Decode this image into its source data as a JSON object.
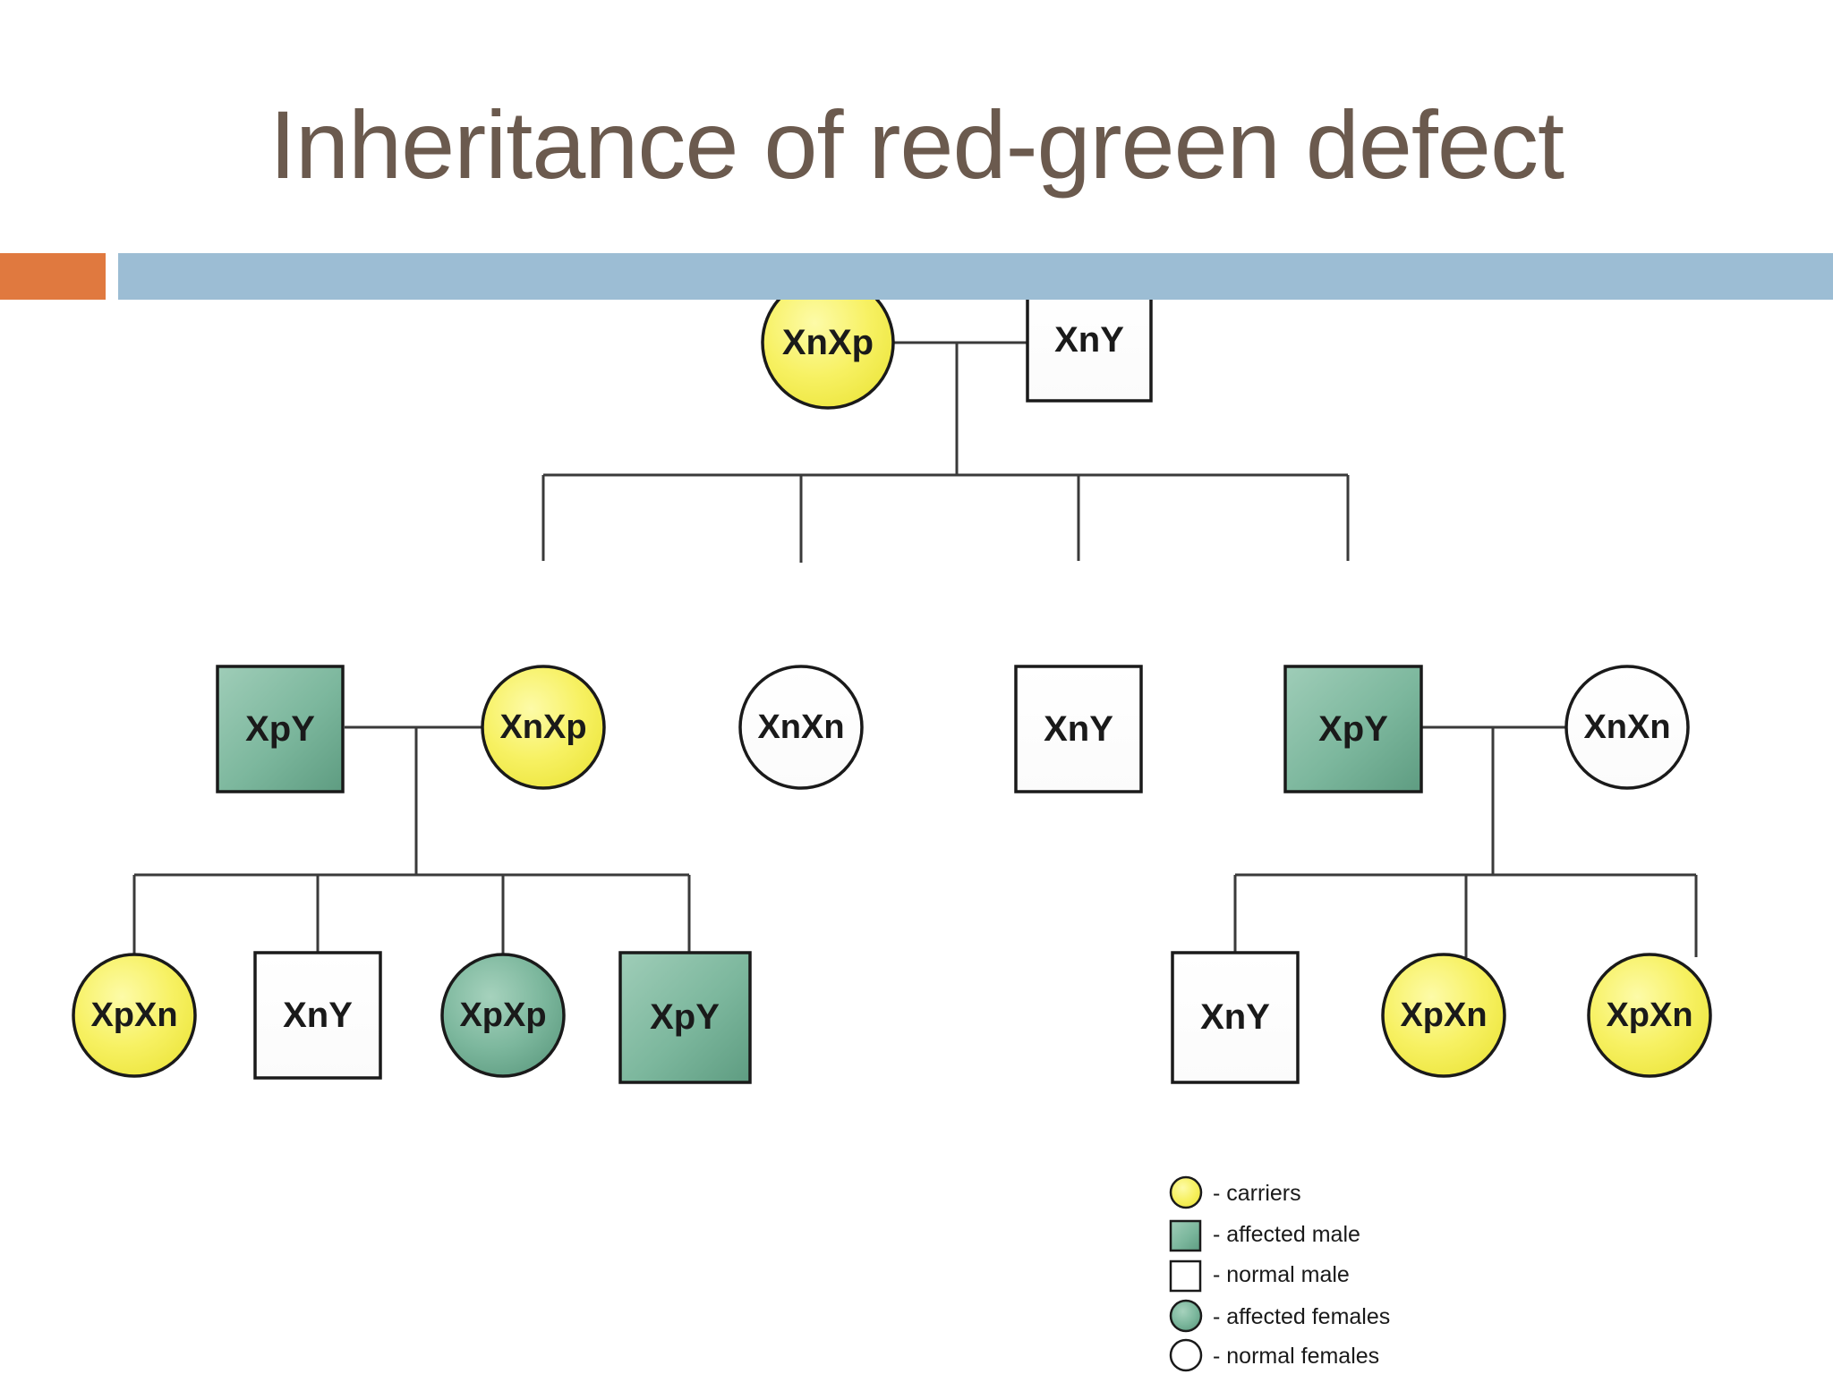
{
  "slide": {
    "title": "Inheritance of red-green defect",
    "title_color": "#6b5a4e",
    "accent_orange": "#e0793f",
    "accent_blue": "#9cbdd4"
  },
  "colors": {
    "carrier_yellow": "#f5ef53",
    "affected_green": "#76b49a",
    "normal_white": "#ffffff",
    "outline": "#1a1a1a"
  },
  "chart_data": {
    "type": "diagram",
    "title": "Inheritance of red-green defect",
    "diagram_kind": "pedigree",
    "generations": [
      {
        "generation": "I",
        "individuals": [
          {
            "id": "I-1",
            "sex": "female",
            "shape": "circle",
            "status": "carrier",
            "fill": "#f5ef53",
            "genotype": "XnXp"
          },
          {
            "id": "I-2",
            "sex": "male",
            "shape": "square",
            "status": "normal",
            "fill": "#ffffff",
            "genotype": "XnY"
          }
        ]
      },
      {
        "generation": "II",
        "individuals": [
          {
            "id": "II-1",
            "sex": "male",
            "shape": "square",
            "status": "affected",
            "fill": "#76b49a",
            "genotype": "XpY"
          },
          {
            "id": "II-2",
            "sex": "female",
            "shape": "circle",
            "status": "carrier",
            "fill": "#f5ef53",
            "genotype": "XnXp"
          },
          {
            "id": "II-3",
            "sex": "female",
            "shape": "circle",
            "status": "normal",
            "fill": "#ffffff",
            "genotype": "XnXn"
          },
          {
            "id": "II-4",
            "sex": "male",
            "shape": "square",
            "status": "normal",
            "fill": "#ffffff",
            "genotype": "XnY"
          },
          {
            "id": "II-5",
            "sex": "male",
            "shape": "square",
            "status": "affected",
            "fill": "#76b49a",
            "genotype": "XpY"
          },
          {
            "id": "II-6",
            "sex": "female",
            "shape": "circle",
            "status": "normal",
            "fill": "#ffffff",
            "genotype": "XnXn"
          }
        ]
      },
      {
        "generation": "III",
        "individuals": [
          {
            "id": "III-1",
            "sex": "female",
            "shape": "circle",
            "status": "carrier",
            "fill": "#f5ef53",
            "genotype": "XpXn"
          },
          {
            "id": "III-2",
            "sex": "male",
            "shape": "square",
            "status": "normal",
            "fill": "#ffffff",
            "genotype": "XnY"
          },
          {
            "id": "III-3",
            "sex": "female",
            "shape": "circle",
            "status": "affected",
            "fill": "#76b49a",
            "genotype": "XpXp"
          },
          {
            "id": "III-4",
            "sex": "male",
            "shape": "square",
            "status": "affected",
            "fill": "#76b49a",
            "genotype": "XpY"
          },
          {
            "id": "III-5",
            "sex": "male",
            "shape": "square",
            "status": "normal",
            "fill": "#ffffff",
            "genotype": "XnY"
          },
          {
            "id": "III-6",
            "sex": "female",
            "shape": "circle",
            "status": "carrier",
            "fill": "#f5ef53",
            "genotype": "XpXn"
          },
          {
            "id": "III-7",
            "sex": "female",
            "shape": "circle",
            "status": "carrier",
            "fill": "#f5ef53",
            "genotype": "XpXn"
          }
        ]
      }
    ],
    "matings": [
      {
        "partners": [
          "I-1",
          "I-2"
        ],
        "children": [
          "II-2",
          "II-3",
          "II-4",
          "II-5"
        ]
      },
      {
        "partners": [
          "II-1",
          "II-2"
        ],
        "children": [
          "III-1",
          "III-2",
          "III-3",
          "III-4"
        ]
      },
      {
        "partners": [
          "II-5",
          "II-6"
        ],
        "children": [
          "III-5",
          "III-6",
          "III-7"
        ]
      }
    ]
  },
  "legend": {
    "items": [
      {
        "symbol": "circle",
        "fill": "#f5ef53",
        "label": "- carriers"
      },
      {
        "symbol": "square",
        "fill": "#76b49a",
        "label": "- affected male"
      },
      {
        "symbol": "square",
        "fill": "#ffffff",
        "label": "- normal male"
      },
      {
        "symbol": "circle",
        "fill": "#76b49a",
        "label": "- affected females"
      },
      {
        "symbol": "circle",
        "fill": "#ffffff",
        "label": "- normal females"
      }
    ]
  }
}
